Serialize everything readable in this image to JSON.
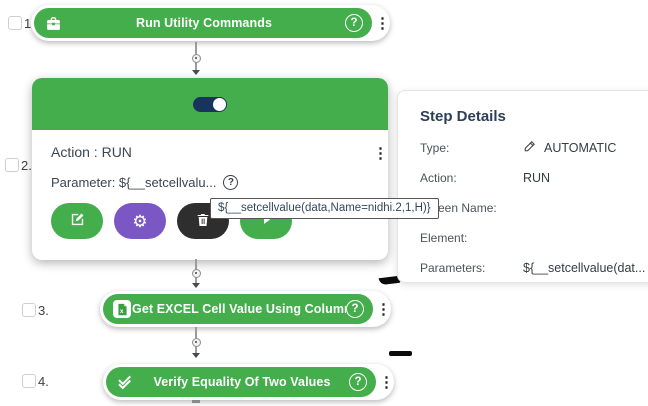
{
  "symbols": {
    "help": "?",
    "kebab": "⋮"
  },
  "steps": {
    "s1": {
      "number": "1.",
      "label": "Run Utility Commands"
    },
    "s2": {
      "number": "2.",
      "action": "Action : RUN",
      "parameter": "Parameter: ${__setcellvalu..."
    },
    "s3": {
      "number": "3.",
      "label": "Get EXCEL Cell Value Using Column Name"
    },
    "s4": {
      "number": "4.",
      "label": "Verify Equality Of Two Values"
    }
  },
  "tooltip": {
    "text": "${__setcellvalue(data,Name=nidhi.2,1,H)}"
  },
  "panel": {
    "title": "Step Details",
    "rows": [
      {
        "label": "Type:",
        "value": "AUTOMATIC"
      },
      {
        "label": "Action:",
        "value": "RUN"
      },
      {
        "label": "Screen Name:",
        "value": ""
      },
      {
        "label": "Element:",
        "value": ""
      },
      {
        "label": "Parameters:",
        "value": "${__setcellvalue(dat..."
      }
    ]
  },
  "colors": {
    "step_green": "#43ae4b",
    "button_purple": "#7b57c5",
    "button_dark": "#2e2e2e",
    "toggle_navy": "#17335e",
    "heading_navy": "#2d3e57"
  }
}
